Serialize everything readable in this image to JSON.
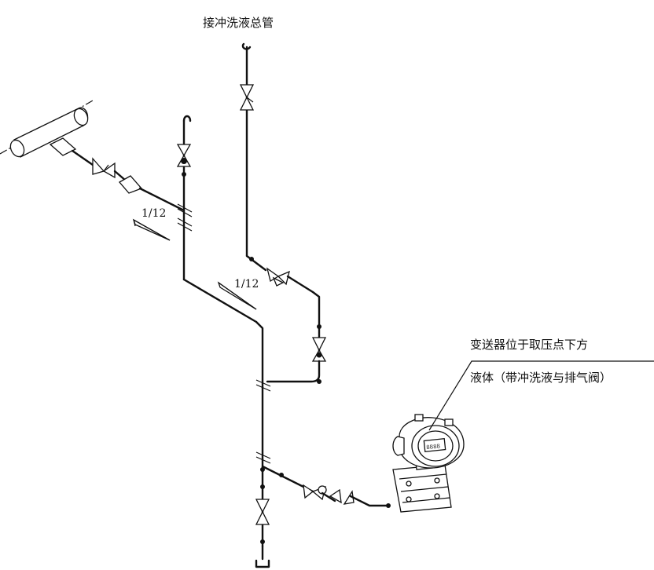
{
  "labels": {
    "top_header": "接冲洗液总管",
    "slope_1": "1/12",
    "slope_2": "1/12",
    "note_line1": "变送器位于取压点下方",
    "note_line2": "液体（带冲洗液与排气阀）"
  },
  "transmitter": {
    "display_text": "8888"
  }
}
